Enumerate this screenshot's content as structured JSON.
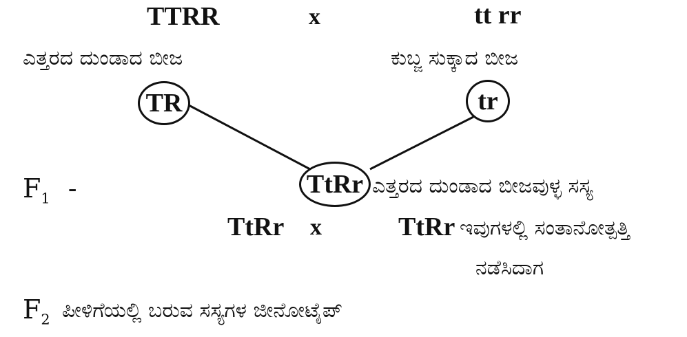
{
  "parents": {
    "left_genotype": "TTRR",
    "cross_symbol": "x",
    "right_genotype": "tt rr",
    "left_phenotype": "ಎತ್ತರದ ದುಂಡಾದ ಬೀಜ",
    "right_phenotype": "ಕುಬ್ಜ ಸುಕ್ಕಾದ ಬೀಜ"
  },
  "gametes": {
    "left": "TR",
    "right": "tr"
  },
  "f1": {
    "label_letter": "F",
    "label_sub": "1",
    "label_dash": "-",
    "genotype": "TtRr",
    "phenotype": "ಎತ್ತರದ ದುಂಡಾದ ಬೀಜವುಳ್ಳ ಸಸ್ಯ"
  },
  "cross2": {
    "left": "TtRr",
    "symbol": "x",
    "right": "TtRr",
    "text_line1": "ಇವುಗಳಲ್ಲಿ ಸಂತಾನೋತ್ಪತ್ತಿ",
    "text_line2": "ನಡೆಸಿದಾಗ"
  },
  "f2": {
    "label_letter": "F",
    "label_sub": "2",
    "text": "ಪೀಳಿಗೆಯಲ್ಲಿ ಬರುವ ಸಸ್ಯಗಳ ಜೀನೋಟೈಪ್"
  }
}
